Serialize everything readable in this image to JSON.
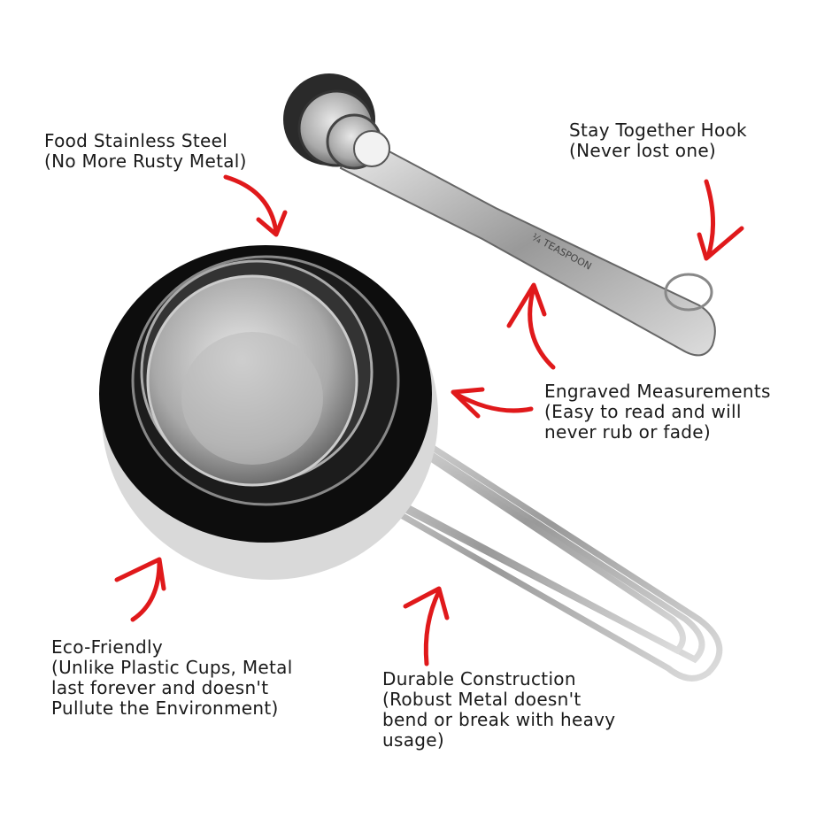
{
  "callouts": {
    "steel": {
      "title": "Food Stainless Steel",
      "lines": [
        "(No More Rusty Metal)"
      ]
    },
    "hook": {
      "title": "Stay Together Hook",
      "lines": [
        "(Never lost one)"
      ]
    },
    "engraved": {
      "title": "Engraved Measurements",
      "lines": [
        "(Easy to read and will",
        "never rub or fade)"
      ]
    },
    "eco": {
      "title": "Eco-Friendly",
      "lines": [
        "(Unlike Plastic Cups, Metal",
        "last forever and doesn't",
        "Pullute the Environment)"
      ]
    },
    "durable": {
      "title": "Durable Construction",
      "lines": [
        "(Robust Metal doesn't",
        "bend or break with heavy",
        "usage)"
      ]
    }
  },
  "product": {
    "spoon_engraving": "¼ TEASPOON"
  },
  "colors": {
    "arrow": "#e0191b",
    "text": "#1a1a1a",
    "steel": "#c8c8c8",
    "rim": "#111111"
  }
}
